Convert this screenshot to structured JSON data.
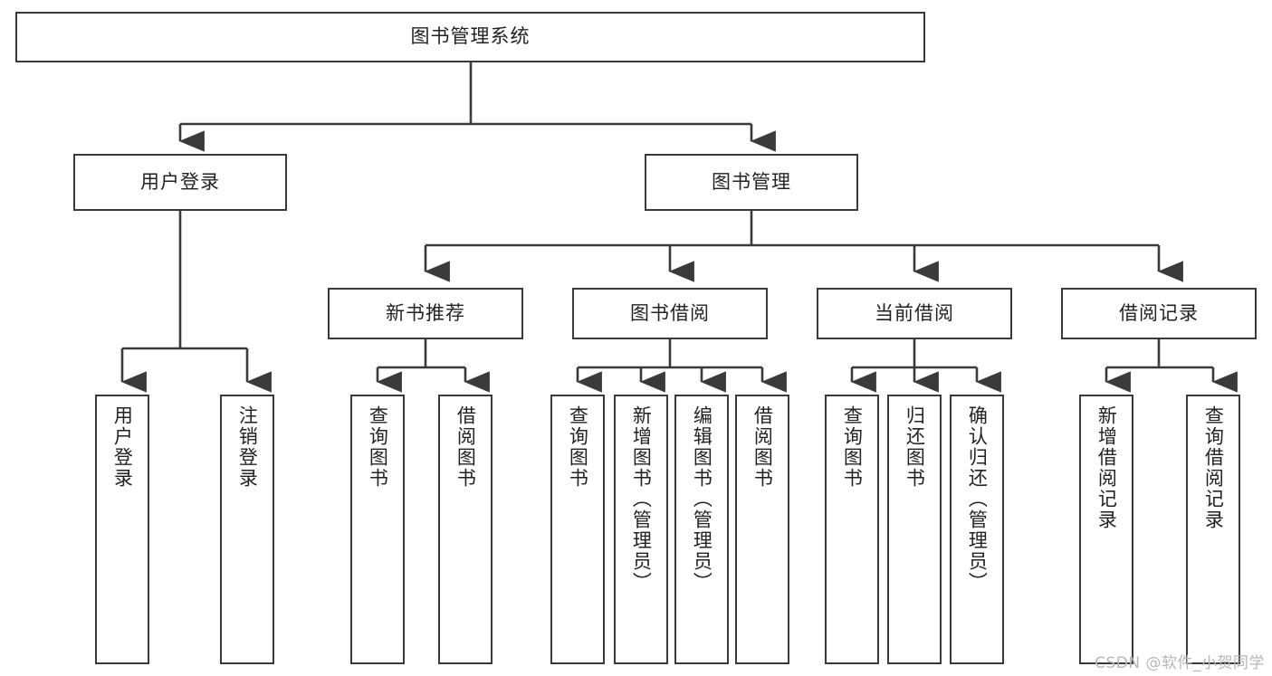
{
  "diagram": {
    "title": "图书管理系统",
    "type": "tree-hierarchy-chart",
    "watermark": "CSDN @软件_小贺同学",
    "colors": {
      "node_border": "#3a3a3a",
      "node_fill": "#ffffff",
      "edge": "#3a3a3a",
      "text": "#222222",
      "watermark": "#b6b6b6",
      "background": "#ffffff"
    },
    "nodes": {
      "root": {
        "label": "图书管理系统"
      },
      "level2": [
        {
          "id": "user-login",
          "label": "用户登录"
        },
        {
          "id": "book-manage",
          "label": "图书管理"
        }
      ],
      "level3": [
        {
          "id": "new-book-recommend",
          "label": "新书推荐"
        },
        {
          "id": "book-borrow",
          "label": "图书借阅"
        },
        {
          "id": "current-borrow",
          "label": "当前借阅"
        },
        {
          "id": "borrow-record",
          "label": "借阅记录"
        }
      ],
      "leaves": {
        "user_login": [
          {
            "id": "leaf-user-login",
            "label": "用户登录"
          },
          {
            "id": "leaf-logout-login",
            "label": "注销登录"
          }
        ],
        "new_book_recommend": [
          {
            "id": "leaf-query-book-1",
            "label": "查询图书"
          },
          {
            "id": "leaf-borrow-book-1",
            "label": "借阅图书"
          }
        ],
        "book_borrow": [
          {
            "id": "leaf-query-book-2",
            "label": "查询图书"
          },
          {
            "id": "leaf-add-book",
            "label": "新增图书（管理员）"
          },
          {
            "id": "leaf-edit-book",
            "label": "编辑图书（管理员）"
          },
          {
            "id": "leaf-borrow-book-2",
            "label": "借阅图书"
          }
        ],
        "current_borrow": [
          {
            "id": "leaf-query-book-3",
            "label": "查询图书"
          },
          {
            "id": "leaf-return-book",
            "label": "归还图书"
          },
          {
            "id": "leaf-confirm-return",
            "label": "确认归还（管理员）"
          }
        ],
        "borrow_record": [
          {
            "id": "leaf-add-record",
            "label": "新增借阅记录"
          },
          {
            "id": "leaf-query-record",
            "label": "查询借阅记录"
          }
        ]
      }
    }
  }
}
